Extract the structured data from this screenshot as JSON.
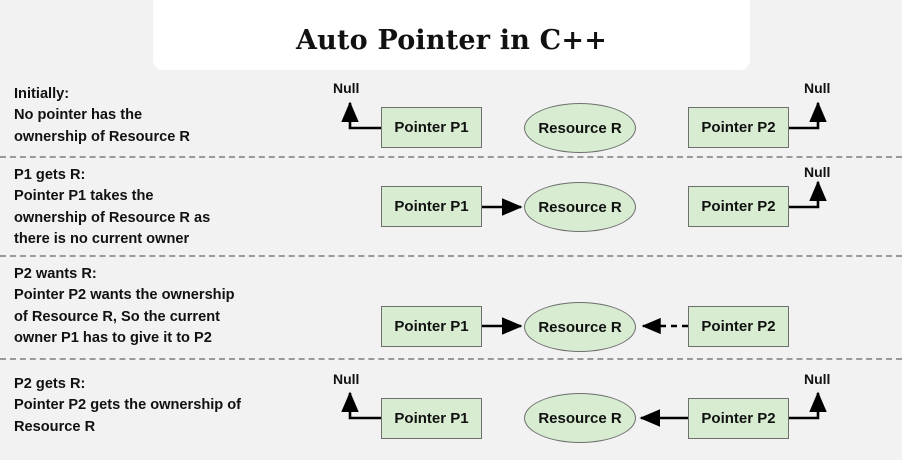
{
  "header": {
    "title": "Auto Pointer in C++"
  },
  "theme": {
    "page_background": "#f2f2f2",
    "card_background": "#ffffff",
    "node_fill": "#d7ecd1",
    "node_stroke": "#6f6f6f",
    "edge_color": "#000000",
    "separator_color": "#9a9a9a",
    "text_color": "#111111"
  },
  "diagram": {
    "type": "state-sequence",
    "null_label": "Null",
    "node_labels": {
      "p1": "Pointer P1",
      "p2": "Pointer P2",
      "resource": "Resource R"
    },
    "rows": [
      {
        "id": "initially",
        "heading": "Initially:",
        "description": "No pointer has the\nownership of Resource R",
        "p1_label": "Pointer P1",
        "p2_label": "Pointer P2",
        "resource_label": "Resource R",
        "p1_null_label": "Null",
        "p2_null_label": "Null",
        "p1_points_to_null": true,
        "p2_points_to_null": true,
        "p1_to_resource": "none",
        "p2_to_resource": "none"
      },
      {
        "id": "p1-gets-r",
        "heading": "P1 gets R:",
        "description": "Pointer P1 takes the\nownership of Resource R as\nthere is no current owner",
        "p1_label": "Pointer P1",
        "p2_label": "Pointer P2",
        "resource_label": "Resource R",
        "p1_null_label": "",
        "p2_null_label": "Null",
        "p1_points_to_null": false,
        "p2_points_to_null": true,
        "p1_to_resource": "solid",
        "p2_to_resource": "none"
      },
      {
        "id": "p2-wants-r",
        "heading": "P2 wants R:",
        "description": "Pointer P2 wants the ownership\nof Resource R, So the current\nowner P1 has to give it to P2",
        "p1_label": "Pointer P1",
        "p2_label": "Pointer P2",
        "resource_label": "Resource R",
        "p1_null_label": "",
        "p2_null_label": "",
        "p1_points_to_null": false,
        "p2_points_to_null": false,
        "p1_to_resource": "solid",
        "p2_to_resource": "dashed"
      },
      {
        "id": "p2-gets-r",
        "heading": "P2 gets R:",
        "description": "Pointer P2 gets the ownership of\nResource R",
        "p1_label": "Pointer P1",
        "p2_label": "Pointer P2",
        "resource_label": "Resource R",
        "p1_null_label": "Null",
        "p2_null_label": "Null",
        "p1_points_to_null": true,
        "p2_points_to_null": true,
        "p1_to_resource": "none",
        "p2_to_resource": "solid"
      }
    ]
  }
}
